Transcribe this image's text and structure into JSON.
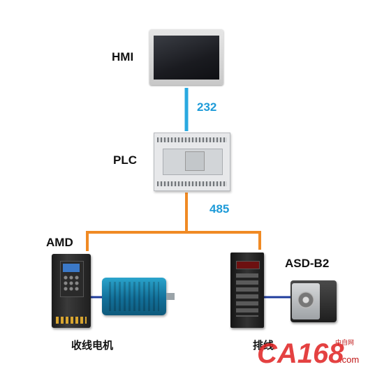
{
  "devices": {
    "hmi": {
      "label": "HMI"
    },
    "plc": {
      "label": "PLC"
    },
    "amd": {
      "label": "AMD",
      "caption": "收线电机"
    },
    "servo": {
      "label": "ASD-B2",
      "caption": "排线"
    }
  },
  "links": {
    "hmi_plc": {
      "protocol": "232",
      "color": "#29a9e0"
    },
    "plc_bus": {
      "protocol": "485",
      "color": "#f08a24"
    },
    "servo_motor": {
      "color": "#1f3c9c"
    }
  },
  "watermark": {
    "logo": "CA168",
    "suffix": ".com",
    "tagline": "中自网"
  }
}
